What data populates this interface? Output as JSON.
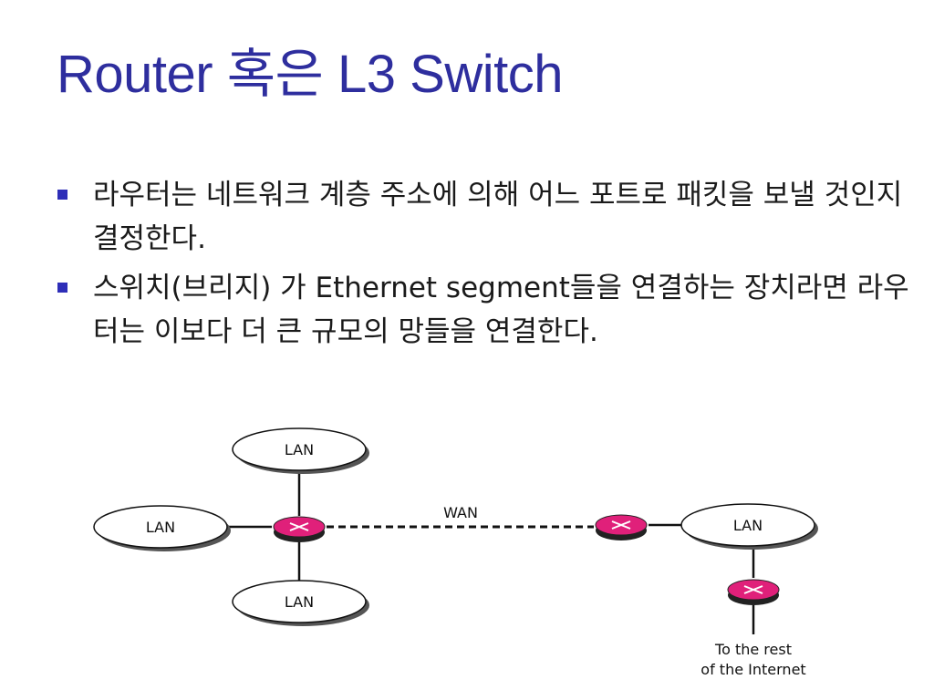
{
  "slide": {
    "title": "Router 혹은 L3 Switch",
    "bullets": [
      "라우터는 네트워크 계층 주소에 의해 어느 포트로 패킷을 보낼 것인지 결정한다.",
      "스위치(브리지) 가 Ethernet segment들을 연결하는 장치라면 라우터는 이보다 더 큰 규모의 망들을 연결한다."
    ]
  },
  "diagram": {
    "lan_top": "LAN",
    "lan_left": "LAN",
    "lan_bottom": "LAN",
    "lan_right": "LAN",
    "wan_label": "WAN",
    "internet_line1": "To the rest",
    "internet_line2": "of the Internet",
    "colors": {
      "router_fill": "#e0207a",
      "router_mark": "#ffffff",
      "link": "#111111",
      "lan_fill": "#ffffff",
      "lan_shadow": "#555555"
    }
  }
}
